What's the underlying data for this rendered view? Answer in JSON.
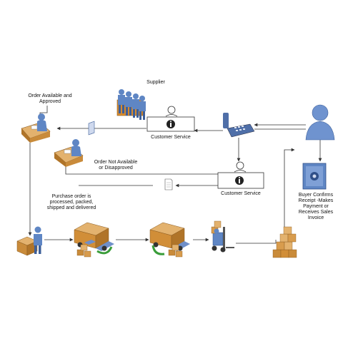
{
  "labels": {
    "supplier": "Supplier",
    "order_available": "Order Available and\nApproved",
    "customer_service_top": "Customer Service",
    "order_not_available": "Order Not Available\nor Disapproved",
    "customer_service_bottom": "Customer Service",
    "purchase_order": "Purchase order is\nprocessed, packed,\nshipped and delivered",
    "buyer_confirms": "Buyer Confirms\nReceipt -Makes\nPayment or\nReceives Sales\nInvoice"
  },
  "colors": {
    "box_brown": "#c98b3a",
    "box_light": "#e3b26e",
    "person_blue": "#5f86c4",
    "truck_blue": "#6f8fc9",
    "recycle_green": "#3a9d3a",
    "line": "#333333"
  },
  "icons": [
    "worker-at-desk-approved-icon",
    "worker-at-desk-disapproved-icon",
    "supplier-group-icon",
    "customer-service-desk-icon",
    "telephone-icon",
    "buyer-person-icon",
    "safe-icon",
    "document-icon",
    "packing-worker-icon",
    "delivery-truck-icon",
    "forklift-icon",
    "box-stack-icon"
  ]
}
